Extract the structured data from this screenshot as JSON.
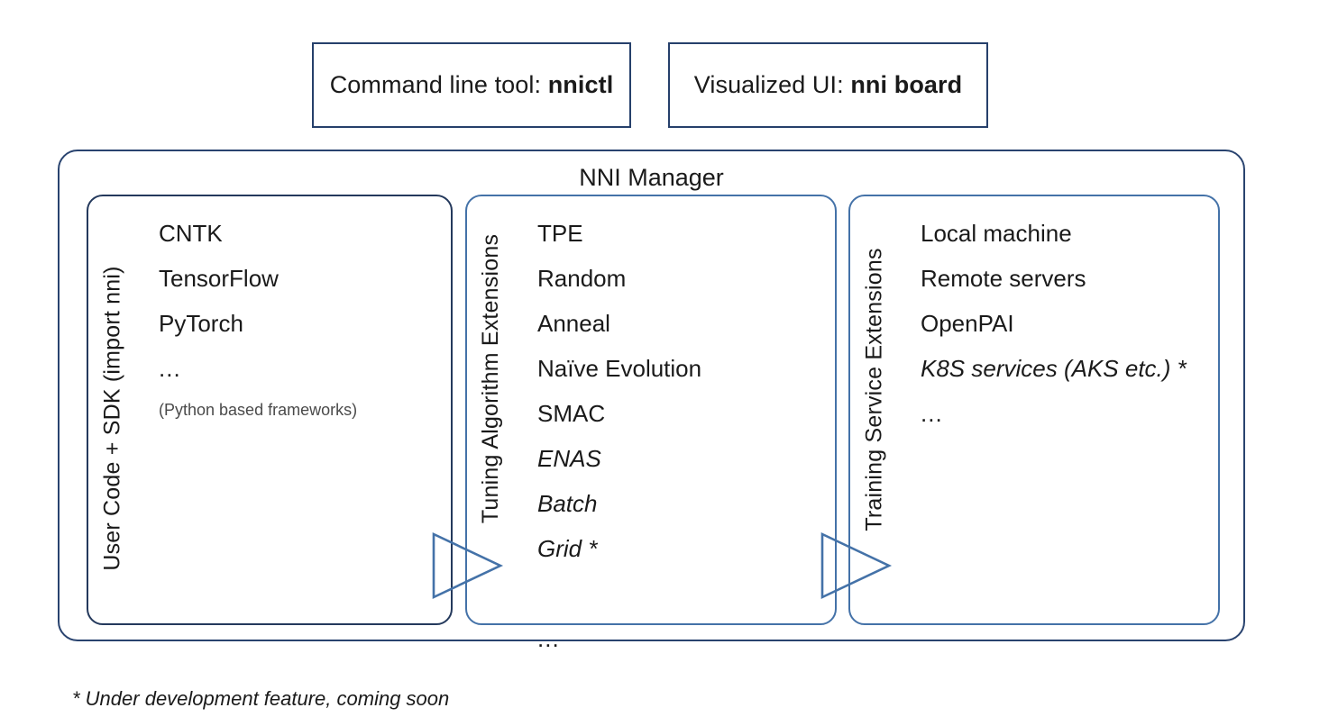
{
  "top_boxes": [
    {
      "prefix": "Command line tool: ",
      "strong": "nnictl",
      "name": "command-line-tool-box"
    },
    {
      "prefix": "Visualized UI: ",
      "strong": "nni board",
      "name": "visualized-ui-box"
    }
  ],
  "manager": {
    "title": "NNI Manager",
    "border_color": "#29436f"
  },
  "panels": [
    {
      "id": "user",
      "side_label": "User Code + SDK (import nni)",
      "border_color": "#24395c",
      "items": [
        {
          "text": "CNTK",
          "style": "normal"
        },
        {
          "text": "TensorFlow",
          "style": "normal"
        },
        {
          "text": "PyTorch",
          "style": "normal"
        },
        {
          "text": "...",
          "style": "ellipsis"
        },
        {
          "text": "(Python based frameworks)",
          "style": "small"
        }
      ]
    },
    {
      "id": "tuning",
      "side_label": "Tuning Algorithm Extensions",
      "border_color": "#4472a8",
      "items": [
        {
          "text": "TPE",
          "style": "normal"
        },
        {
          "text": "Random",
          "style": "normal"
        },
        {
          "text": "Anneal",
          "style": "normal"
        },
        {
          "text": "Naïve Evolution",
          "style": "normal"
        },
        {
          "text": "SMAC",
          "style": "normal"
        },
        {
          "text": "ENAS",
          "style": "italic"
        },
        {
          "text": "Batch",
          "style": "italic"
        },
        {
          "text": "Grid *",
          "style": "italic"
        },
        {
          "text": "...",
          "style": "ellipsis-gap"
        }
      ]
    },
    {
      "id": "training",
      "side_label": "Training Service Extensions",
      "border_color": "#4472a8",
      "items": [
        {
          "text": "Local machine",
          "style": "normal"
        },
        {
          "text": "Remote servers",
          "style": "normal"
        },
        {
          "text": "OpenPAI",
          "style": "normal"
        },
        {
          "text": "K8S services (AKS etc.) *",
          "style": "italic"
        },
        {
          "text": "...",
          "style": "ellipsis"
        }
      ]
    }
  ],
  "arrows": [
    {
      "name": "flow-arrow-user-to-tuning",
      "color": "#4472a8"
    },
    {
      "name": "flow-arrow-tuning-to-training",
      "color": "#4472a8"
    }
  ],
  "footnote": "* Under development feature, coming soon"
}
